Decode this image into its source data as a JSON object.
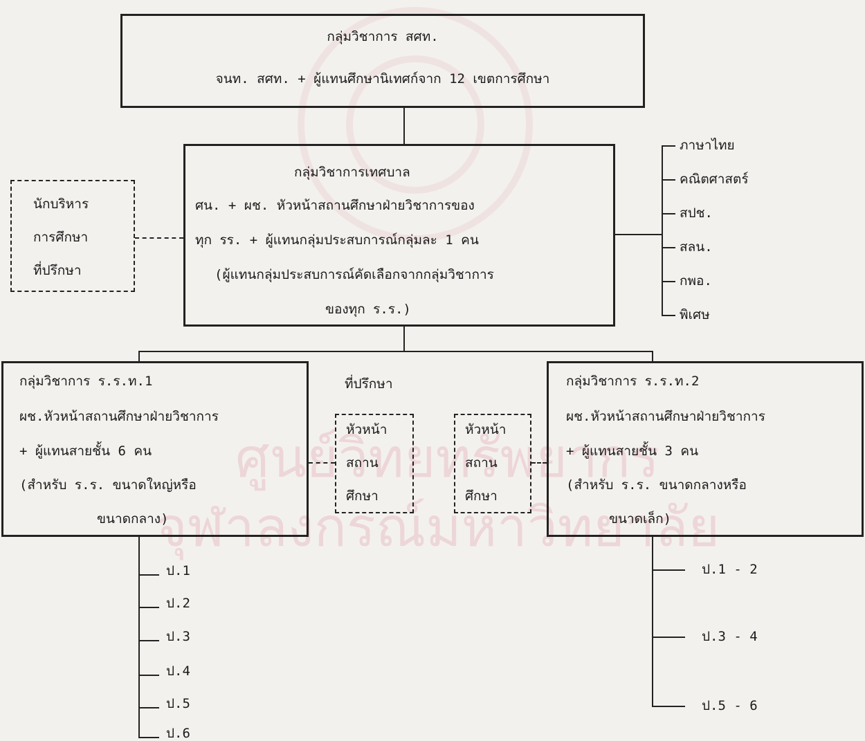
{
  "top": {
    "title": "กลุ่มวิชาการ สศท.",
    "subtitle": "จนท. สศท. + ผู้แทนศึกษานิเทศก์จาก 12 เขตการศึกษา"
  },
  "municipal": {
    "title": "กลุ่มวิชาการเทศบาล",
    "line1": "ศน. + ผช. หัวหน้าสถานศึกษาฝ่ายวิชาการของ",
    "line2": "ทุก รร. + ผู้แทนกลุ่มประสบการณ์กลุ่มละ 1 คน",
    "line3": "(ผู้แทนกลุ่มประสบการณ์คัดเลือกจากกลุ่มวิชาการ",
    "line4": "ของทุก ร.ร.)"
  },
  "advisor_left": {
    "line1": "นักบริหาร",
    "line2": "การศึกษา",
    "line3": "ที่ปรึกษา"
  },
  "subjects": [
    "ภาษาไทย",
    "คณิตศาสตร์",
    "สปช.",
    "สลน.",
    "กพอ.",
    "พิเศษ"
  ],
  "school1": {
    "title": "กลุ่มวิชาการ ร.ร.ท.1",
    "line1": "ผช.หัวหน้าสถานศึกษาฝ่ายวิชาการ",
    "line2": "+ ผู้แทนสายชั้น 6 คน",
    "line3": "(สำหรับ ร.ร. ขนาดใหญ่หรือ",
    "line4": "ขนาดกลาง)"
  },
  "school2": {
    "title": "กลุ่มวิชาการ ร.ร.ท.2",
    "line1": "ผช.หัวหน้าสถานศึกษาฝ่ายวิชาการ",
    "line2": "+ ผู้แทนสายชั้น 3 คน",
    "line3": "(สำหรับ ร.ร. ขนาดกลางหรือ",
    "line4": "ขนาดเล็ก)"
  },
  "advisor_mid": {
    "label": "ที่ปรึกษา",
    "box_line1": "หัวหน้า",
    "box_line2": "สถาน",
    "box_line3": "ศึกษา"
  },
  "grades_left": [
    "ป.1",
    "ป.2",
    "ป.3",
    "ป.4",
    "ป.5",
    "ป.6"
  ],
  "grades_right": [
    "ป.1 - 2",
    "ป.3 - 4",
    "ป.5 - 6"
  ],
  "watermark": {
    "line1": "ศูนย์วิทยทรัพยากร",
    "line2": "จุฬาลงกรณ์มหาวิทยาลัย"
  }
}
